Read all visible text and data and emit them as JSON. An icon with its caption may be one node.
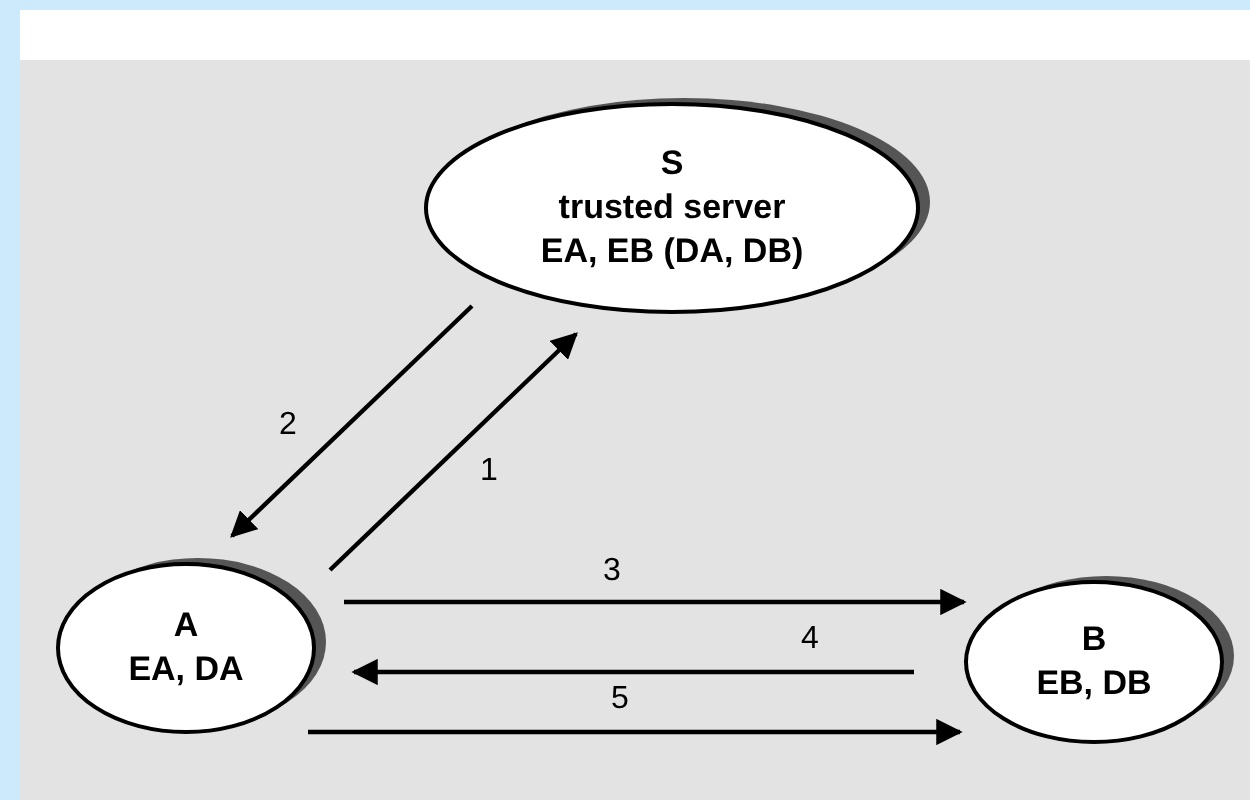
{
  "diagram": {
    "nodes": [
      {
        "text": [
          "S",
          "trusted server",
          "EA, EB (DA, DB)"
        ]
      },
      {
        "text": [
          "A",
          "EA, DA"
        ]
      },
      {
        "text": [
          "B",
          "EB, DB"
        ]
      }
    ],
    "edges": [
      {
        "from": 1,
        "to": 0,
        "arrow": "to",
        "label": "1"
      },
      {
        "from": 0,
        "to": 1,
        "arrow": "to",
        "label": "2"
      },
      {
        "from": 1,
        "to": 2,
        "arrow": "to",
        "label": "3"
      },
      {
        "from": 2,
        "to": 1,
        "arrow": "to",
        "label": "4"
      },
      {
        "from": 1,
        "to": 2,
        "arrow": "to",
        "label": "5"
      }
    ]
  }
}
